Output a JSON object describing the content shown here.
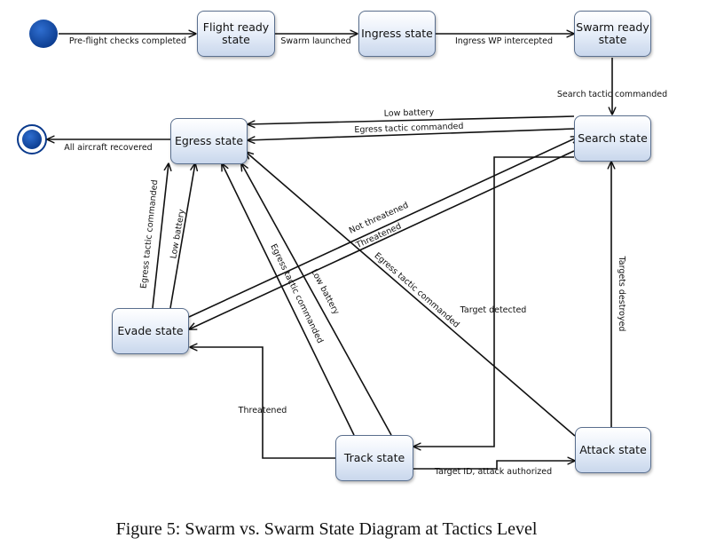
{
  "diagram": {
    "states": {
      "flight_ready": "Flight ready\nstate",
      "ingress": "Ingress state",
      "swarm_ready": "Swarm ready\nstate",
      "egress": "Egress state",
      "search": "Search state",
      "evade": "Evade state",
      "track": "Track state",
      "attack": "Attack state"
    },
    "transitions": {
      "preflight": "Pre-flight checks completed",
      "swarm_launched": "Swarm launched",
      "ingress_wp": "Ingress WP intercepted",
      "search_tactic": "Search tactic commanded",
      "low_battery_search": "Low battery",
      "egress_tactic_search": "Egress tactic commanded",
      "all_recovered": "All aircraft recovered",
      "egress_tactic_evade": "Egress tactic commanded",
      "low_battery_evade": "Low battery",
      "not_threatened": "Not threatened",
      "threatened_search": "Threatened",
      "egress_tactic_track": "Egress tactic commanded",
      "low_battery_track": "Low battery",
      "egress_tactic_attack": "Egress tactic commanded",
      "target_detected": "Target detected",
      "targets_destroyed": "Targets destroyed",
      "threatened_track": "Threatened",
      "target_id": "Target ID, attack authorized"
    }
  },
  "caption": "Figure 5: Swarm vs. Swarm State Diagram at Tactics Level"
}
